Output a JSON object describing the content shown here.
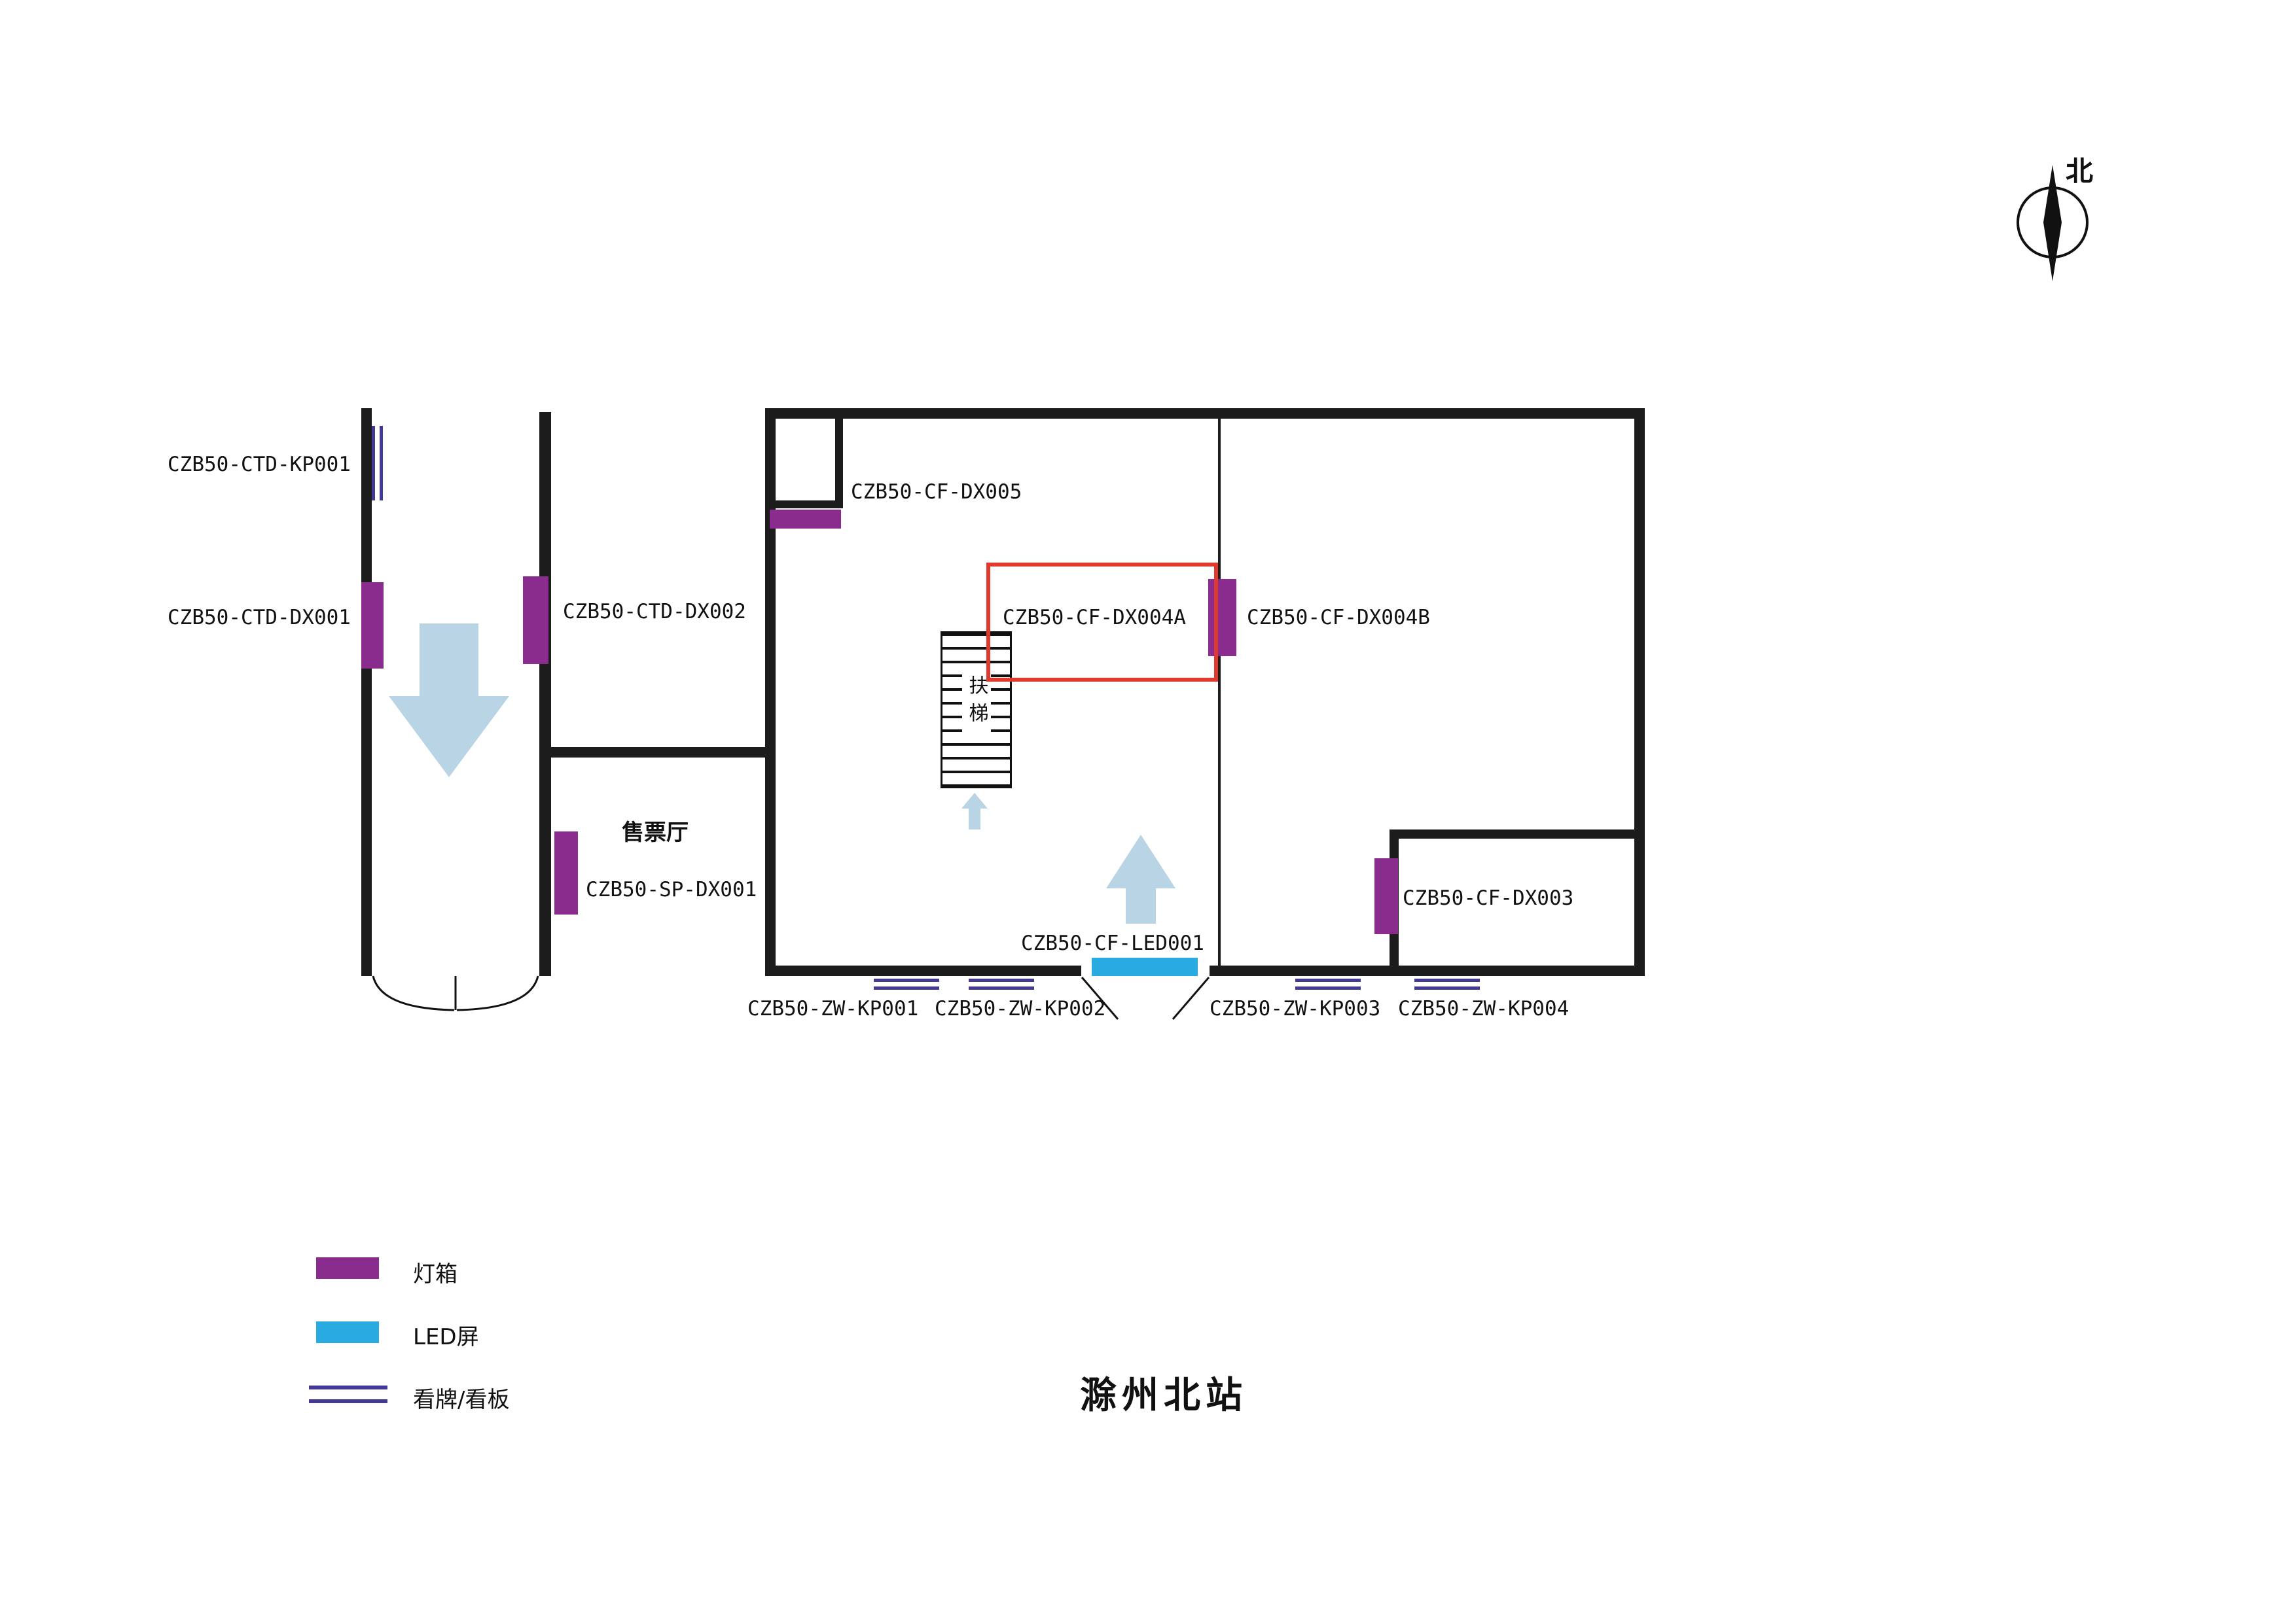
{
  "title": "滁州北站",
  "compass": {
    "label": "北"
  },
  "colors": {
    "wall": "#1c1c1c",
    "lightbox": "#8a2c8e",
    "led": "#29abe2",
    "signboard": "#433a97",
    "arrow": "#b9d4e4",
    "highlight": "#e0392e"
  },
  "areas": {
    "ticket_hall": "售票厅",
    "escalator": "扶梯"
  },
  "fixtures": {
    "ctd_kp001": {
      "label": "CZB50-CTD-KP001",
      "type": "signboard"
    },
    "ctd_dx001": {
      "label": "CZB50-CTD-DX001",
      "type": "lightbox"
    },
    "ctd_dx002": {
      "label": "CZB50-CTD-DX002",
      "type": "lightbox"
    },
    "sp_dx001": {
      "label": "CZB50-SP-DX001",
      "type": "lightbox"
    },
    "cf_dx005": {
      "label": "CZB50-CF-DX005",
      "type": "lightbox"
    },
    "cf_dx004a": {
      "label": "CZB50-CF-DX004A",
      "type": "lightbox-highlighted"
    },
    "cf_dx004b": {
      "label": "CZB50-CF-DX004B",
      "type": "lightbox"
    },
    "cf_dx003": {
      "label": "CZB50-CF-DX003",
      "type": "lightbox"
    },
    "cf_led001": {
      "label": "CZB50-CF-LED001",
      "type": "led"
    },
    "zw_kp001": {
      "label": "CZB50-ZW-KP001",
      "type": "signboard"
    },
    "zw_kp002": {
      "label": "CZB50-ZW-KP002",
      "type": "signboard"
    },
    "zw_kp003": {
      "label": "CZB50-ZW-KP003",
      "type": "signboard"
    },
    "zw_kp004": {
      "label": "CZB50-ZW-KP004",
      "type": "signboard"
    }
  },
  "legend": {
    "items": [
      {
        "label": "灯箱",
        "type": "lightbox"
      },
      {
        "label": "LED屏",
        "type": "led"
      },
      {
        "label": "看牌/看板",
        "type": "signboard"
      }
    ]
  }
}
